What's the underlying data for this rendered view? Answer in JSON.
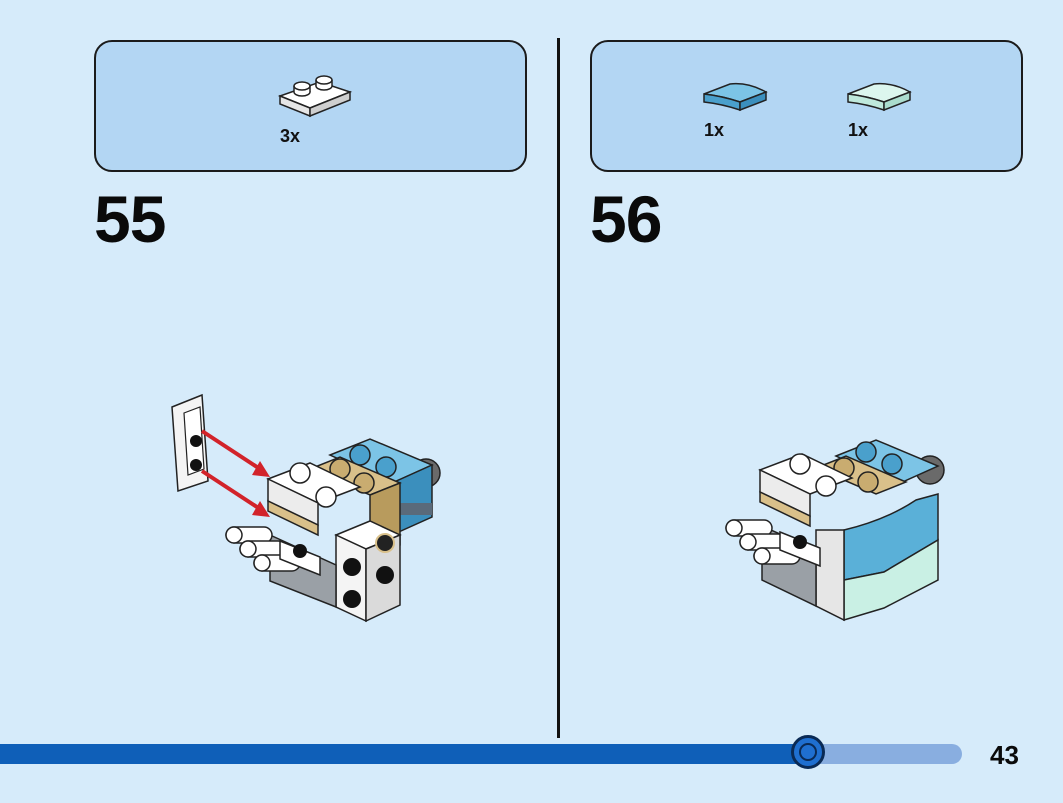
{
  "steps": [
    {
      "number": "55",
      "parts": [
        {
          "name": "white-plate-1x2",
          "qty": "3x",
          "color": "#ffffff"
        }
      ]
    },
    {
      "number": "56",
      "parts": [
        {
          "name": "medium-azure-curved-slope",
          "qty": "1x",
          "color": "#5ab0d8"
        },
        {
          "name": "light-aqua-curved-slope",
          "qty": "1x",
          "color": "#c9f0e4"
        }
      ]
    }
  ],
  "colors": {
    "background": "#d6ebfa",
    "parts_box": "#b3d6f3",
    "arrow": "#d2232a",
    "tan": "#d9c08a",
    "azure": "#5ab0d8",
    "progress_fill": "#0f5fb8",
    "progress_track": "#89aee0"
  },
  "progress": {
    "fraction": 0.84
  },
  "page": {
    "number": "43"
  }
}
